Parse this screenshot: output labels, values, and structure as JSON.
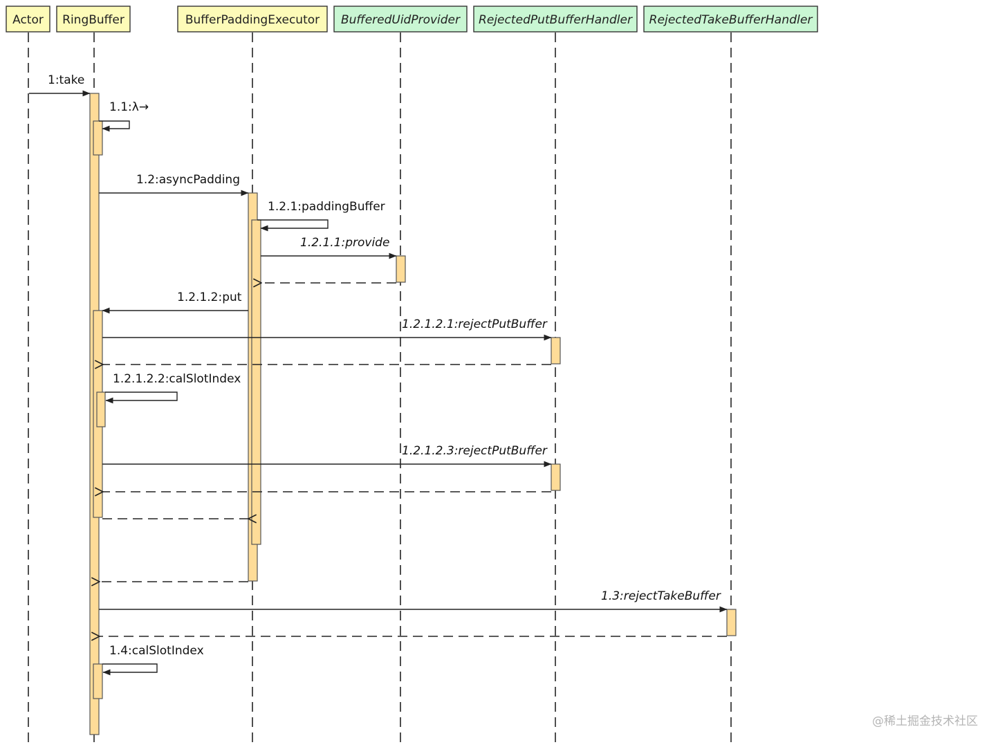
{
  "participants": [
    {
      "id": "actor",
      "label": "Actor",
      "kind": "class"
    },
    {
      "id": "ringbuffer",
      "label": "RingBuffer",
      "kind": "class"
    },
    {
      "id": "executor",
      "label": "BufferPaddingExecutor",
      "kind": "class"
    },
    {
      "id": "provider",
      "label": "BufferedUidProvider",
      "kind": "interface"
    },
    {
      "id": "putHandler",
      "label": "RejectedPutBufferHandler",
      "kind": "interface"
    },
    {
      "id": "takeHandler",
      "label": "RejectedTakeBufferHandler",
      "kind": "interface"
    }
  ],
  "messages": [
    {
      "id": "m1",
      "label": "1:take",
      "from": "actor",
      "to": "ringbuffer",
      "type": "call"
    },
    {
      "id": "m1_1",
      "label": "1.1:λ→",
      "from": "ringbuffer",
      "to": "ringbuffer",
      "type": "self"
    },
    {
      "id": "m1_2",
      "label": "1.2:asyncPadding",
      "from": "ringbuffer",
      "to": "executor",
      "type": "call"
    },
    {
      "id": "m1_2_1",
      "label": "1.2.1:paddingBuffer",
      "from": "executor",
      "to": "executor",
      "type": "self"
    },
    {
      "id": "m1_2_1_1",
      "label": "1.2.1.1:provide",
      "from": "executor",
      "to": "provider",
      "type": "call",
      "italic": true
    },
    {
      "id": "r1_2_1_1",
      "label": "",
      "from": "provider",
      "to": "executor",
      "type": "return"
    },
    {
      "id": "m1_2_1_2",
      "label": "1.2.1.2:put",
      "from": "executor",
      "to": "ringbuffer",
      "type": "call"
    },
    {
      "id": "m1_2_1_2_1",
      "label": "1.2.1.2.1:rejectPutBuffer",
      "from": "ringbuffer",
      "to": "putHandler",
      "type": "call",
      "italic": true
    },
    {
      "id": "r1_2_1_2_1",
      "label": "",
      "from": "putHandler",
      "to": "ringbuffer",
      "type": "return"
    },
    {
      "id": "m1_2_1_2_2",
      "label": "1.2.1.2.2:calSlotIndex",
      "from": "ringbuffer",
      "to": "ringbuffer",
      "type": "self"
    },
    {
      "id": "m1_2_1_2_3",
      "label": "1.2.1.2.3:rejectPutBuffer",
      "from": "ringbuffer",
      "to": "putHandler",
      "type": "call",
      "italic": true
    },
    {
      "id": "r1_2_1_2_3",
      "label": "",
      "from": "putHandler",
      "to": "ringbuffer",
      "type": "return"
    },
    {
      "id": "r1_2_1_2",
      "label": "",
      "from": "ringbuffer",
      "to": "executor",
      "type": "return"
    },
    {
      "id": "r1_2",
      "label": "",
      "from": "executor",
      "to": "ringbuffer",
      "type": "return"
    },
    {
      "id": "m1_3",
      "label": "1.3:rejectTakeBuffer",
      "from": "ringbuffer",
      "to": "takeHandler",
      "type": "call",
      "italic": true
    },
    {
      "id": "r1_3",
      "label": "",
      "from": "takeHandler",
      "to": "ringbuffer",
      "type": "return"
    },
    {
      "id": "m1_4",
      "label": "1.4:calSlotIndex",
      "from": "ringbuffer",
      "to": "ringbuffer",
      "type": "self"
    }
  ],
  "watermark": "@稀土掘金技术社区",
  "colors": {
    "class_fill": "#fdfbb8",
    "interface_fill": "#c9f6d3",
    "header_border": "#333333",
    "activation_fill": "#fedc98",
    "activation_border": "#555555",
    "line": "#222222"
  }
}
